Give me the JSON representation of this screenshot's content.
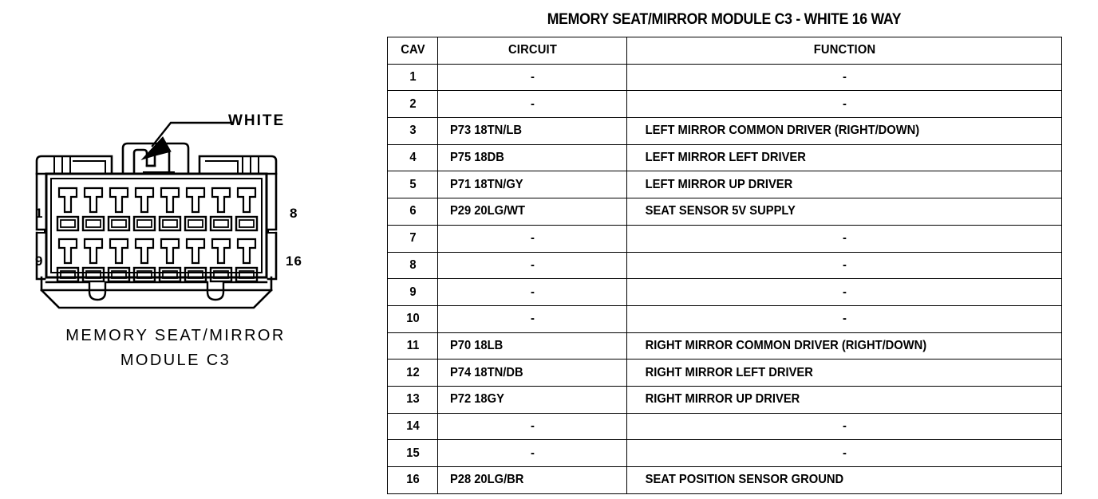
{
  "connector": {
    "color_callout": "WHITE",
    "caption_line_1": "MEMORY SEAT/MIRROR",
    "caption_line_2": "MODULE C3",
    "pin_labels": {
      "top_left": "1",
      "top_right": "8",
      "bottom_left": "9",
      "bottom_right": "16"
    },
    "cavity_columns": 8,
    "cavity_rows": 2,
    "total_cavities": 16,
    "line_color": "#000000",
    "fill_color": "#ffffff"
  },
  "table": {
    "title": "MEMORY SEAT/MIRROR MODULE C3 - WHITE 16 WAY",
    "headers": [
      "CAV",
      "CIRCUIT",
      "FUNCTION"
    ],
    "empty_marker": "-",
    "rows": [
      {
        "cav": "1",
        "circuit": "-",
        "function": "-",
        "empty": true
      },
      {
        "cav": "2",
        "circuit": "-",
        "function": "-",
        "empty": true
      },
      {
        "cav": "3",
        "circuit": "P73 18TN/LB",
        "function": "LEFT MIRROR COMMON DRIVER (RIGHT/DOWN)",
        "empty": false
      },
      {
        "cav": "4",
        "circuit": "P75 18DB",
        "function": "LEFT MIRROR LEFT DRIVER",
        "empty": false
      },
      {
        "cav": "5",
        "circuit": "P71 18TN/GY",
        "function": "LEFT MIRROR UP DRIVER",
        "empty": false
      },
      {
        "cav": "6",
        "circuit": "P29 20LG/WT",
        "function": "SEAT SENSOR 5V SUPPLY",
        "empty": false
      },
      {
        "cav": "7",
        "circuit": "-",
        "function": "-",
        "empty": true
      },
      {
        "cav": "8",
        "circuit": "-",
        "function": "-",
        "empty": true
      },
      {
        "cav": "9",
        "circuit": "-",
        "function": "-",
        "empty": true
      },
      {
        "cav": "10",
        "circuit": "-",
        "function": "-",
        "empty": true
      },
      {
        "cav": "11",
        "circuit": "P70 18LB",
        "function": "RIGHT MIRROR COMMON DRIVER (RIGHT/DOWN)",
        "empty": false
      },
      {
        "cav": "12",
        "circuit": "P74 18TN/DB",
        "function": "RIGHT MIRROR LEFT DRIVER",
        "empty": false
      },
      {
        "cav": "13",
        "circuit": "P72 18GY",
        "function": "RIGHT MIRROR UP DRIVER",
        "empty": false
      },
      {
        "cav": "14",
        "circuit": "-",
        "function": "-",
        "empty": true
      },
      {
        "cav": "15",
        "circuit": "-",
        "function": "-",
        "empty": true
      },
      {
        "cav": "16",
        "circuit": "P28 20LG/BR",
        "function": "SEAT POSITION SENSOR GROUND",
        "empty": false
      }
    ]
  }
}
